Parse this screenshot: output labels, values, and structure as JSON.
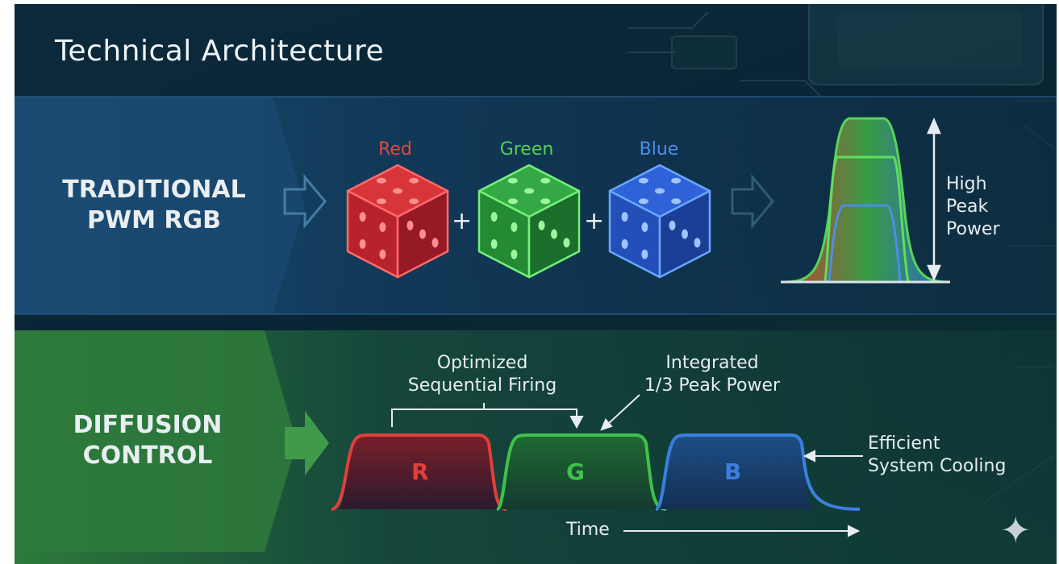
{
  "title": "Technical Architecture",
  "traditional": {
    "label_line1": "TRADITIONAL",
    "label_line2": "PWM RGB",
    "dice": [
      "Red",
      "Green",
      "Blue"
    ],
    "plus": "+",
    "peak_line1": "High",
    "peak_line2": "Peak",
    "peak_line3": "Power"
  },
  "diffusion": {
    "label_line1": "DIFFUSION",
    "label_line2": "CONTROL",
    "sequential_line1": "Optimized",
    "sequential_line2": "Sequential Firing",
    "integrated_line1": "Integrated",
    "integrated_line2": "1/3 Peak Power",
    "cooling_line1": "Efficient",
    "cooling_line2": "System Cooling",
    "pulses": [
      "R",
      "G",
      "B"
    ],
    "time_label": "Time"
  },
  "colors": {
    "red": "#e0403a",
    "green": "#3fc24a",
    "blue": "#3a7fe0",
    "band_top": "#1a4c74",
    "band_bottom": "#2f7a3c"
  },
  "icons": [
    "arrow-right-icon",
    "die-icon",
    "peak-arrow-icon",
    "sparkle-icon"
  ]
}
